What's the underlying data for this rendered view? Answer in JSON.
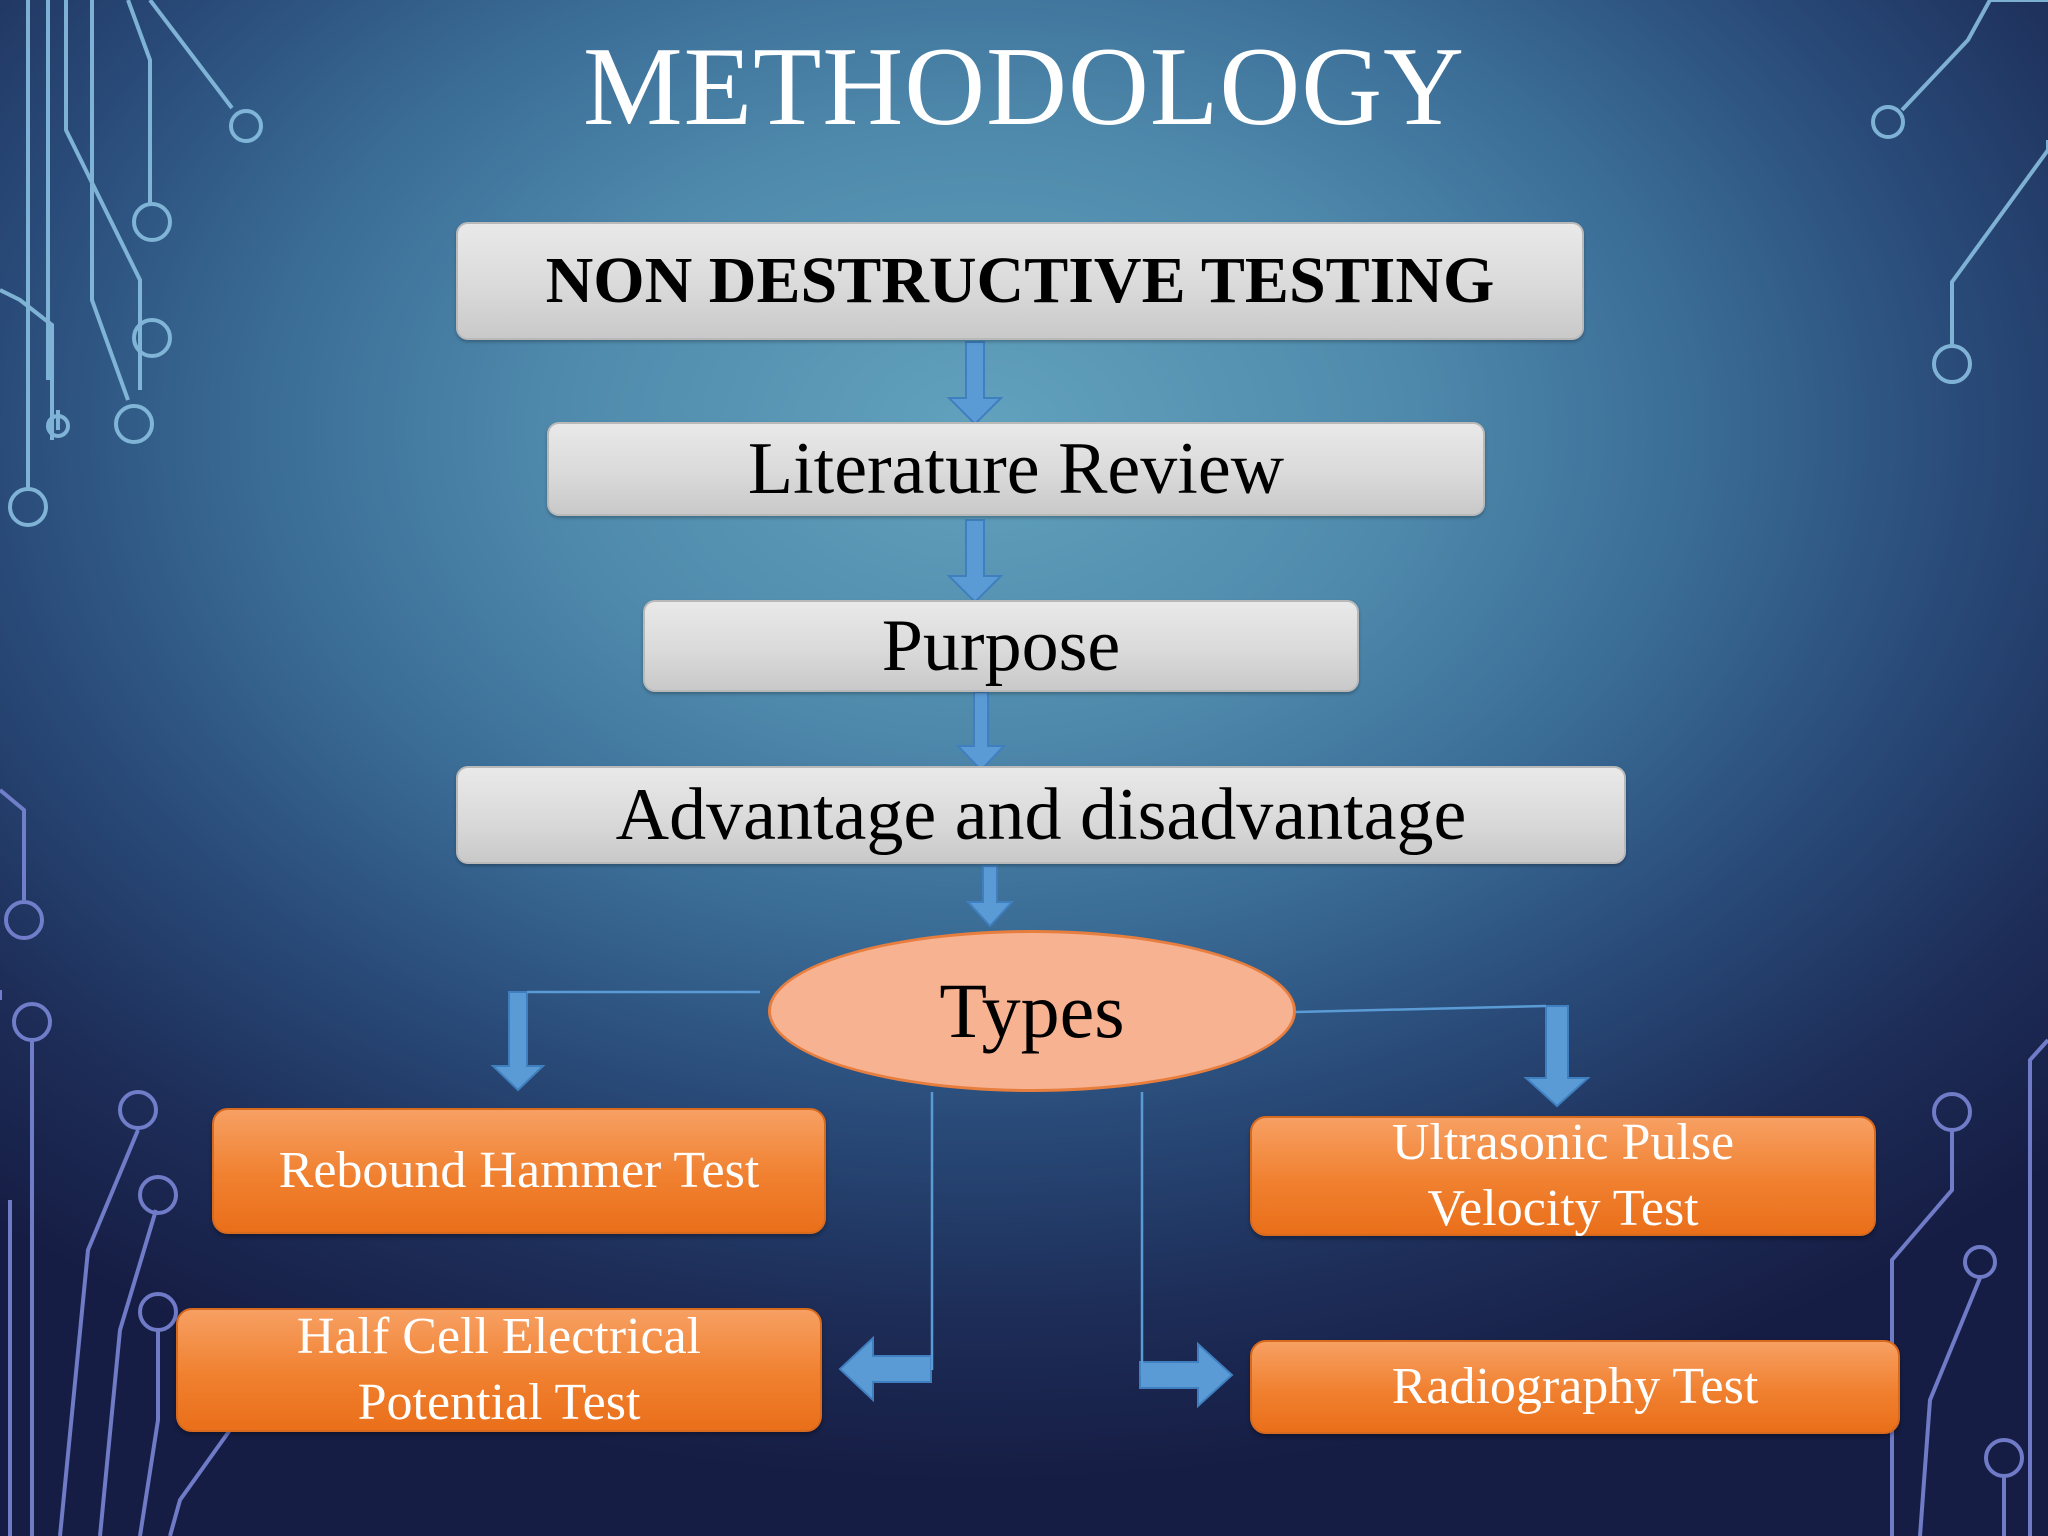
{
  "slide": {
    "title": "METHODOLOGY"
  },
  "flow": {
    "step1": "NON DESTRUCTIVE TESTING",
    "step2": "Literature Review",
    "step3": "Purpose",
    "step4": "Advantage and disadvantage",
    "hub": "Types"
  },
  "types": {
    "rebound": "Rebound Hammer Test",
    "half_cell_line1": "Half Cell Electrical",
    "half_cell_line2": "Potential Test",
    "ultrasonic_line1": "Ultrasonic Pulse",
    "ultrasonic_line2": "Velocity Test",
    "radiography": "Radiography Test"
  },
  "colors": {
    "background_light": "#62a2bd",
    "background_dark": "#161d44",
    "gray_box": "#d9d9d9",
    "orange_box": "#f07f2e",
    "ellipse_fill": "#f6b291",
    "arrow": "#5b9bd5",
    "circuit_light": "#8ec5e6",
    "circuit_dark": "#7a86d6"
  }
}
